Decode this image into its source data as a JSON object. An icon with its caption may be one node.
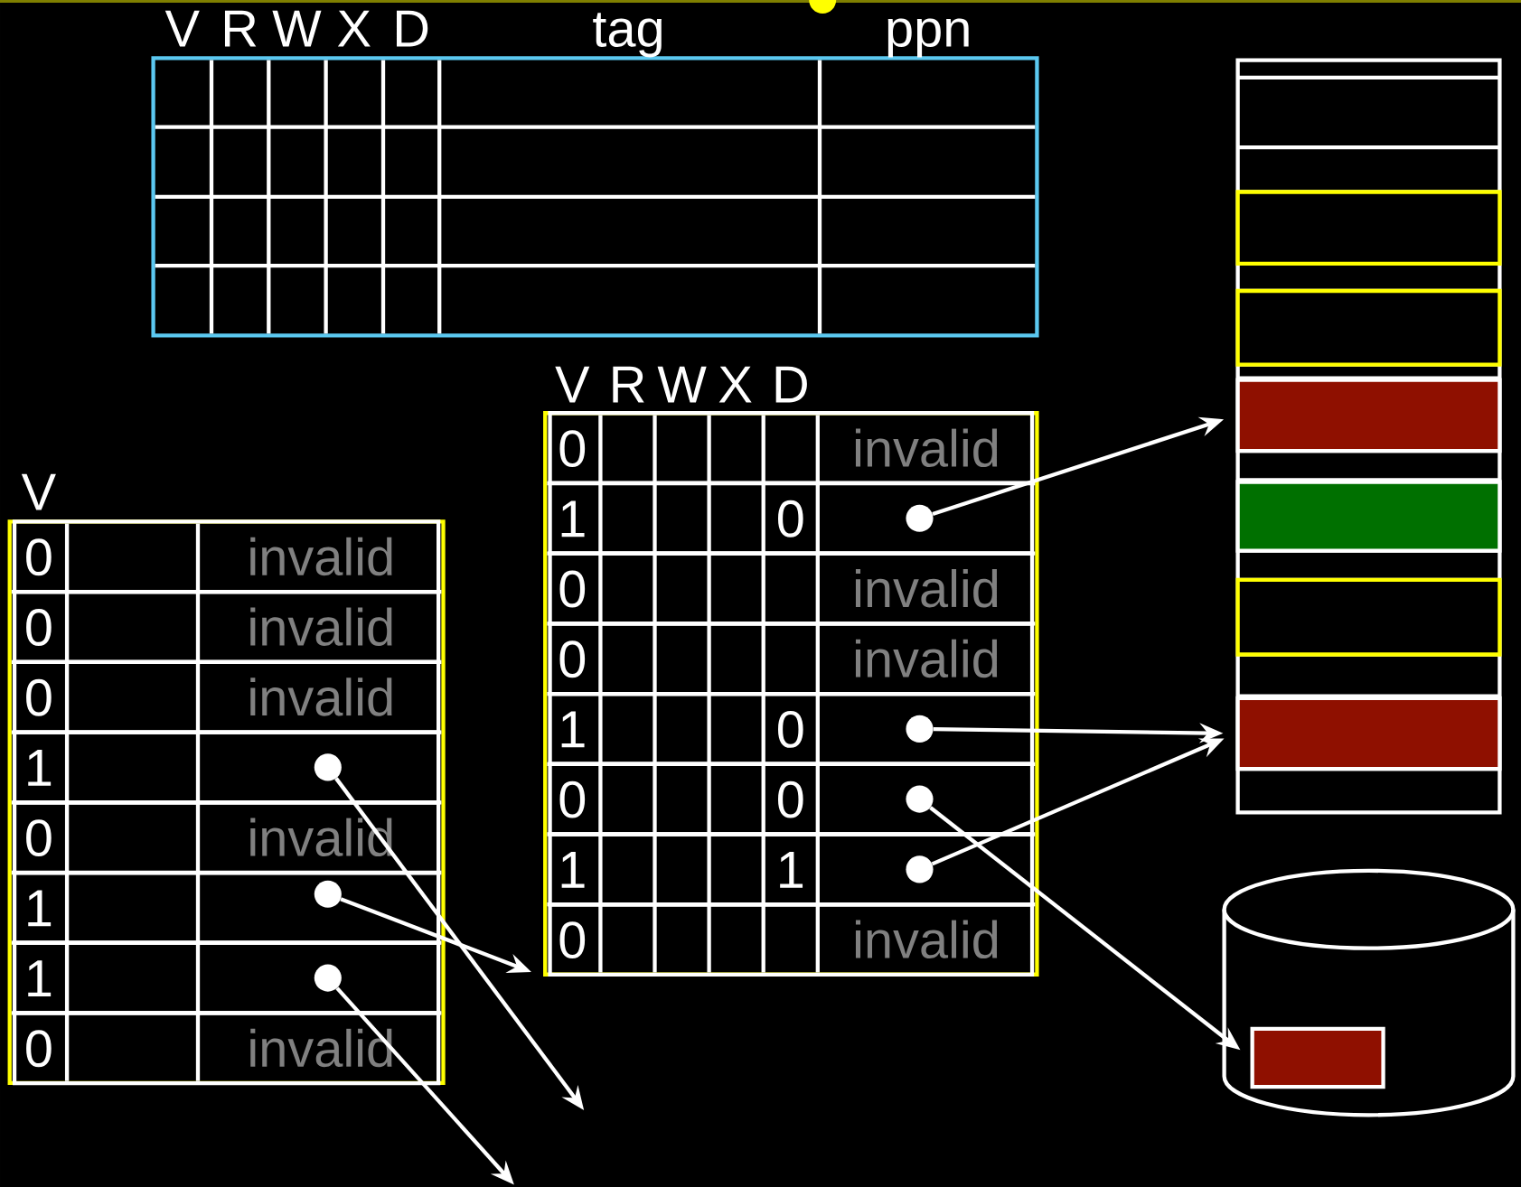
{
  "diagram": {
    "nodes": [
      {
        "text": [
          "V",
          "R",
          "W",
          "X",
          "D",
          "tag",
          "ppn"
        ]
      },
      {
        "text": [
          "V"
        ]
      },
      {
        "text": [
          "0",
          "invalid"
        ],
        "in": 1
      },
      {
        "text": [
          "0",
          "invalid"
        ],
        "in": 1
      },
      {
        "text": [
          "0",
          "invalid"
        ],
        "in": 1
      },
      {
        "text": [
          "1"
        ],
        "in": 1
      },
      {
        "text": [
          "0",
          "invalid"
        ],
        "in": 1
      },
      {
        "text": [
          "1"
        ],
        "in": 1
      },
      {
        "text": [
          "1"
        ],
        "in": 1
      },
      {
        "text": [
          "0",
          "invalid"
        ],
        "in": 1
      },
      {
        "text": [],
        "shape": "circle",
        "in": 5
      },
      {
        "text": [],
        "shape": "circle",
        "in": 7
      },
      {
        "text": [],
        "shape": "circle",
        "in": 8
      },
      {
        "text": [
          "V",
          "R",
          "W",
          "X",
          "D"
        ]
      },
      {
        "text": [
          "0",
          "invalid"
        ],
        "in": 13
      },
      {
        "text": [
          "1",
          "0"
        ],
        "in": 13
      },
      {
        "text": [
          "0",
          "invalid"
        ],
        "in": 13
      },
      {
        "text": [
          "0",
          "invalid"
        ],
        "in": 13
      },
      {
        "text": [
          "1",
          "0"
        ],
        "in": 13
      },
      {
        "text": [
          "0",
          "0"
        ],
        "in": 13
      },
      {
        "text": [
          "1",
          "1"
        ],
        "in": 13
      },
      {
        "text": [
          "0",
          "invalid"
        ],
        "in": 13
      },
      {
        "text": [],
        "shape": "circle",
        "in": 15
      },
      {
        "text": [],
        "shape": "circle",
        "in": 18
      },
      {
        "text": [],
        "shape": "circle",
        "in": 19
      },
      {
        "text": [],
        "shape": "circle",
        "in": 20
      },
      {
        "text": [],
        "shape": "box"
      },
      {
        "text": [],
        "shape": "box",
        "in": 26
      },
      {
        "text": [],
        "shape": "box",
        "in": 26
      },
      {
        "text": [],
        "shape": "box",
        "in": 26
      },
      {
        "text": [],
        "shape": "box",
        "in": 26
      },
      {
        "text": [],
        "shape": "box",
        "in": 26
      },
      {
        "text": [],
        "shape": "box",
        "in": 26
      },
      {
        "text": [],
        "shape": "cylinder"
      },
      {
        "text": [],
        "shape": "box",
        "in": 33
      }
    ],
    "edges": [
      {
        "from": 10,
        "to": null,
        "arrow": "to"
      },
      {
        "from": 11,
        "to": 13,
        "arrow": "to"
      },
      {
        "from": 12,
        "to": null,
        "arrow": "to"
      },
      {
        "from": 22,
        "to": 29,
        "arrow": "to"
      },
      {
        "from": 23,
        "to": 32,
        "arrow": "to"
      },
      {
        "from": 24,
        "to": 34,
        "arrow": "to"
      },
      {
        "from": 25,
        "to": 32,
        "arrow": "to"
      }
    ]
  }
}
